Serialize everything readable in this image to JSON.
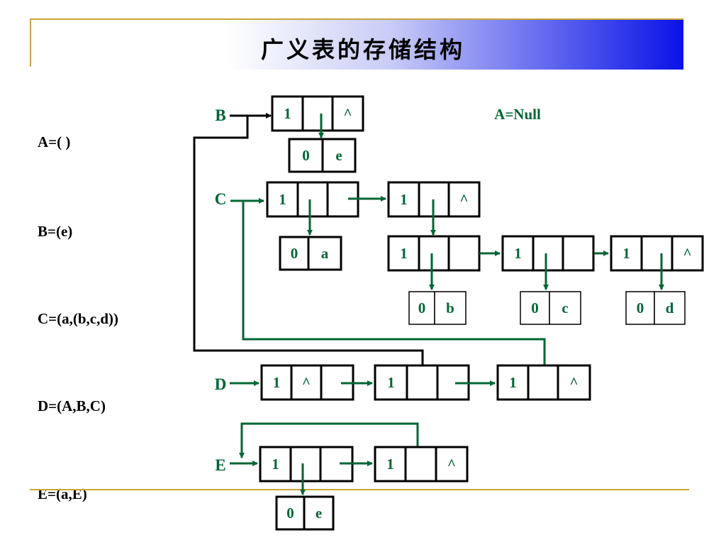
{
  "slide": {
    "title": "广义表的存储结构",
    "colors": {
      "node_text": "#006633",
      "arrow": "#006633",
      "rule": "#c9a43a",
      "gradient_end": "#0a12e8"
    }
  },
  "definitions": {
    "A": "A=(  )",
    "B": "B=(e)",
    "C": "C=(a,(b,c,d))",
    "D": "D=(A,B,C)",
    "E": "E=(a,E)"
  },
  "diagram": {
    "a_null_label": "A=Null",
    "heads": {
      "B": "B",
      "C": "C",
      "D": "D",
      "E": "E"
    },
    "null_symbol": "^",
    "list_tag": "1",
    "atom_tag": "0",
    "atoms": {
      "B_e": "e",
      "C_a": "a",
      "C_b": "b",
      "C_c": "c",
      "C_d": "d",
      "E_e": "e"
    }
  }
}
